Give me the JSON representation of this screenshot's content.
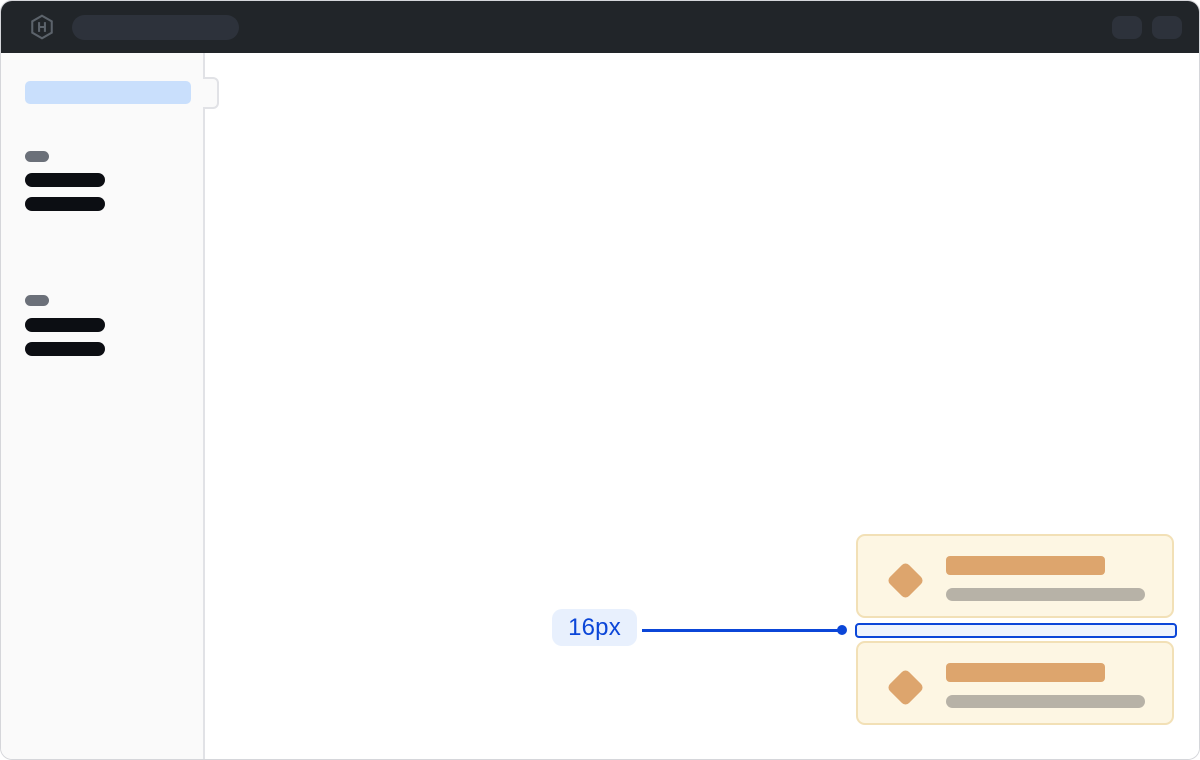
{
  "annotation": {
    "label": "16px"
  },
  "topbar": {
    "logo_icon": "hashicorp-logo",
    "search_pill": "search-placeholder",
    "action_pills": [
      "topbar-action-placeholder-1",
      "topbar-action-placeholder-2"
    ]
  },
  "sidebar": {
    "selected_item": "selected-nav-placeholder",
    "groups": [
      {
        "section_label": "section-label-placeholder",
        "items": [
          "nav-item-placeholder",
          "nav-item-placeholder"
        ]
      },
      {
        "section_label": "section-label-placeholder",
        "items": [
          "nav-item-placeholder",
          "nav-item-placeholder"
        ]
      }
    ]
  },
  "cards": [
    {
      "icon": "diamond-icon",
      "title": "title-placeholder",
      "subtitle": "subtitle-placeholder"
    },
    {
      "icon": "diamond-icon",
      "title": "title-placeholder",
      "subtitle": "subtitle-placeholder"
    }
  ],
  "colors": {
    "window_border": "#d5d6da",
    "topbar_bg": "#212529",
    "topbar_pill": "#2d323b",
    "logo_gray": "#5c636b",
    "sidebar_bg": "#fafafa",
    "sidebar_border": "#e1e2e6",
    "selected_pill": "#c9dffc",
    "section_pill": "#6b7079",
    "item_bar": "#0c0e13",
    "card_bg": "#fdf6e3",
    "card_border": "#f2e0b6",
    "accent_orange": "#dda56d",
    "muted_bar": "#b7b2a7",
    "annotation_blue": "#0b46d8",
    "label_bg": "#e8f0fd",
    "highlight_fill": "#edf3fd"
  }
}
